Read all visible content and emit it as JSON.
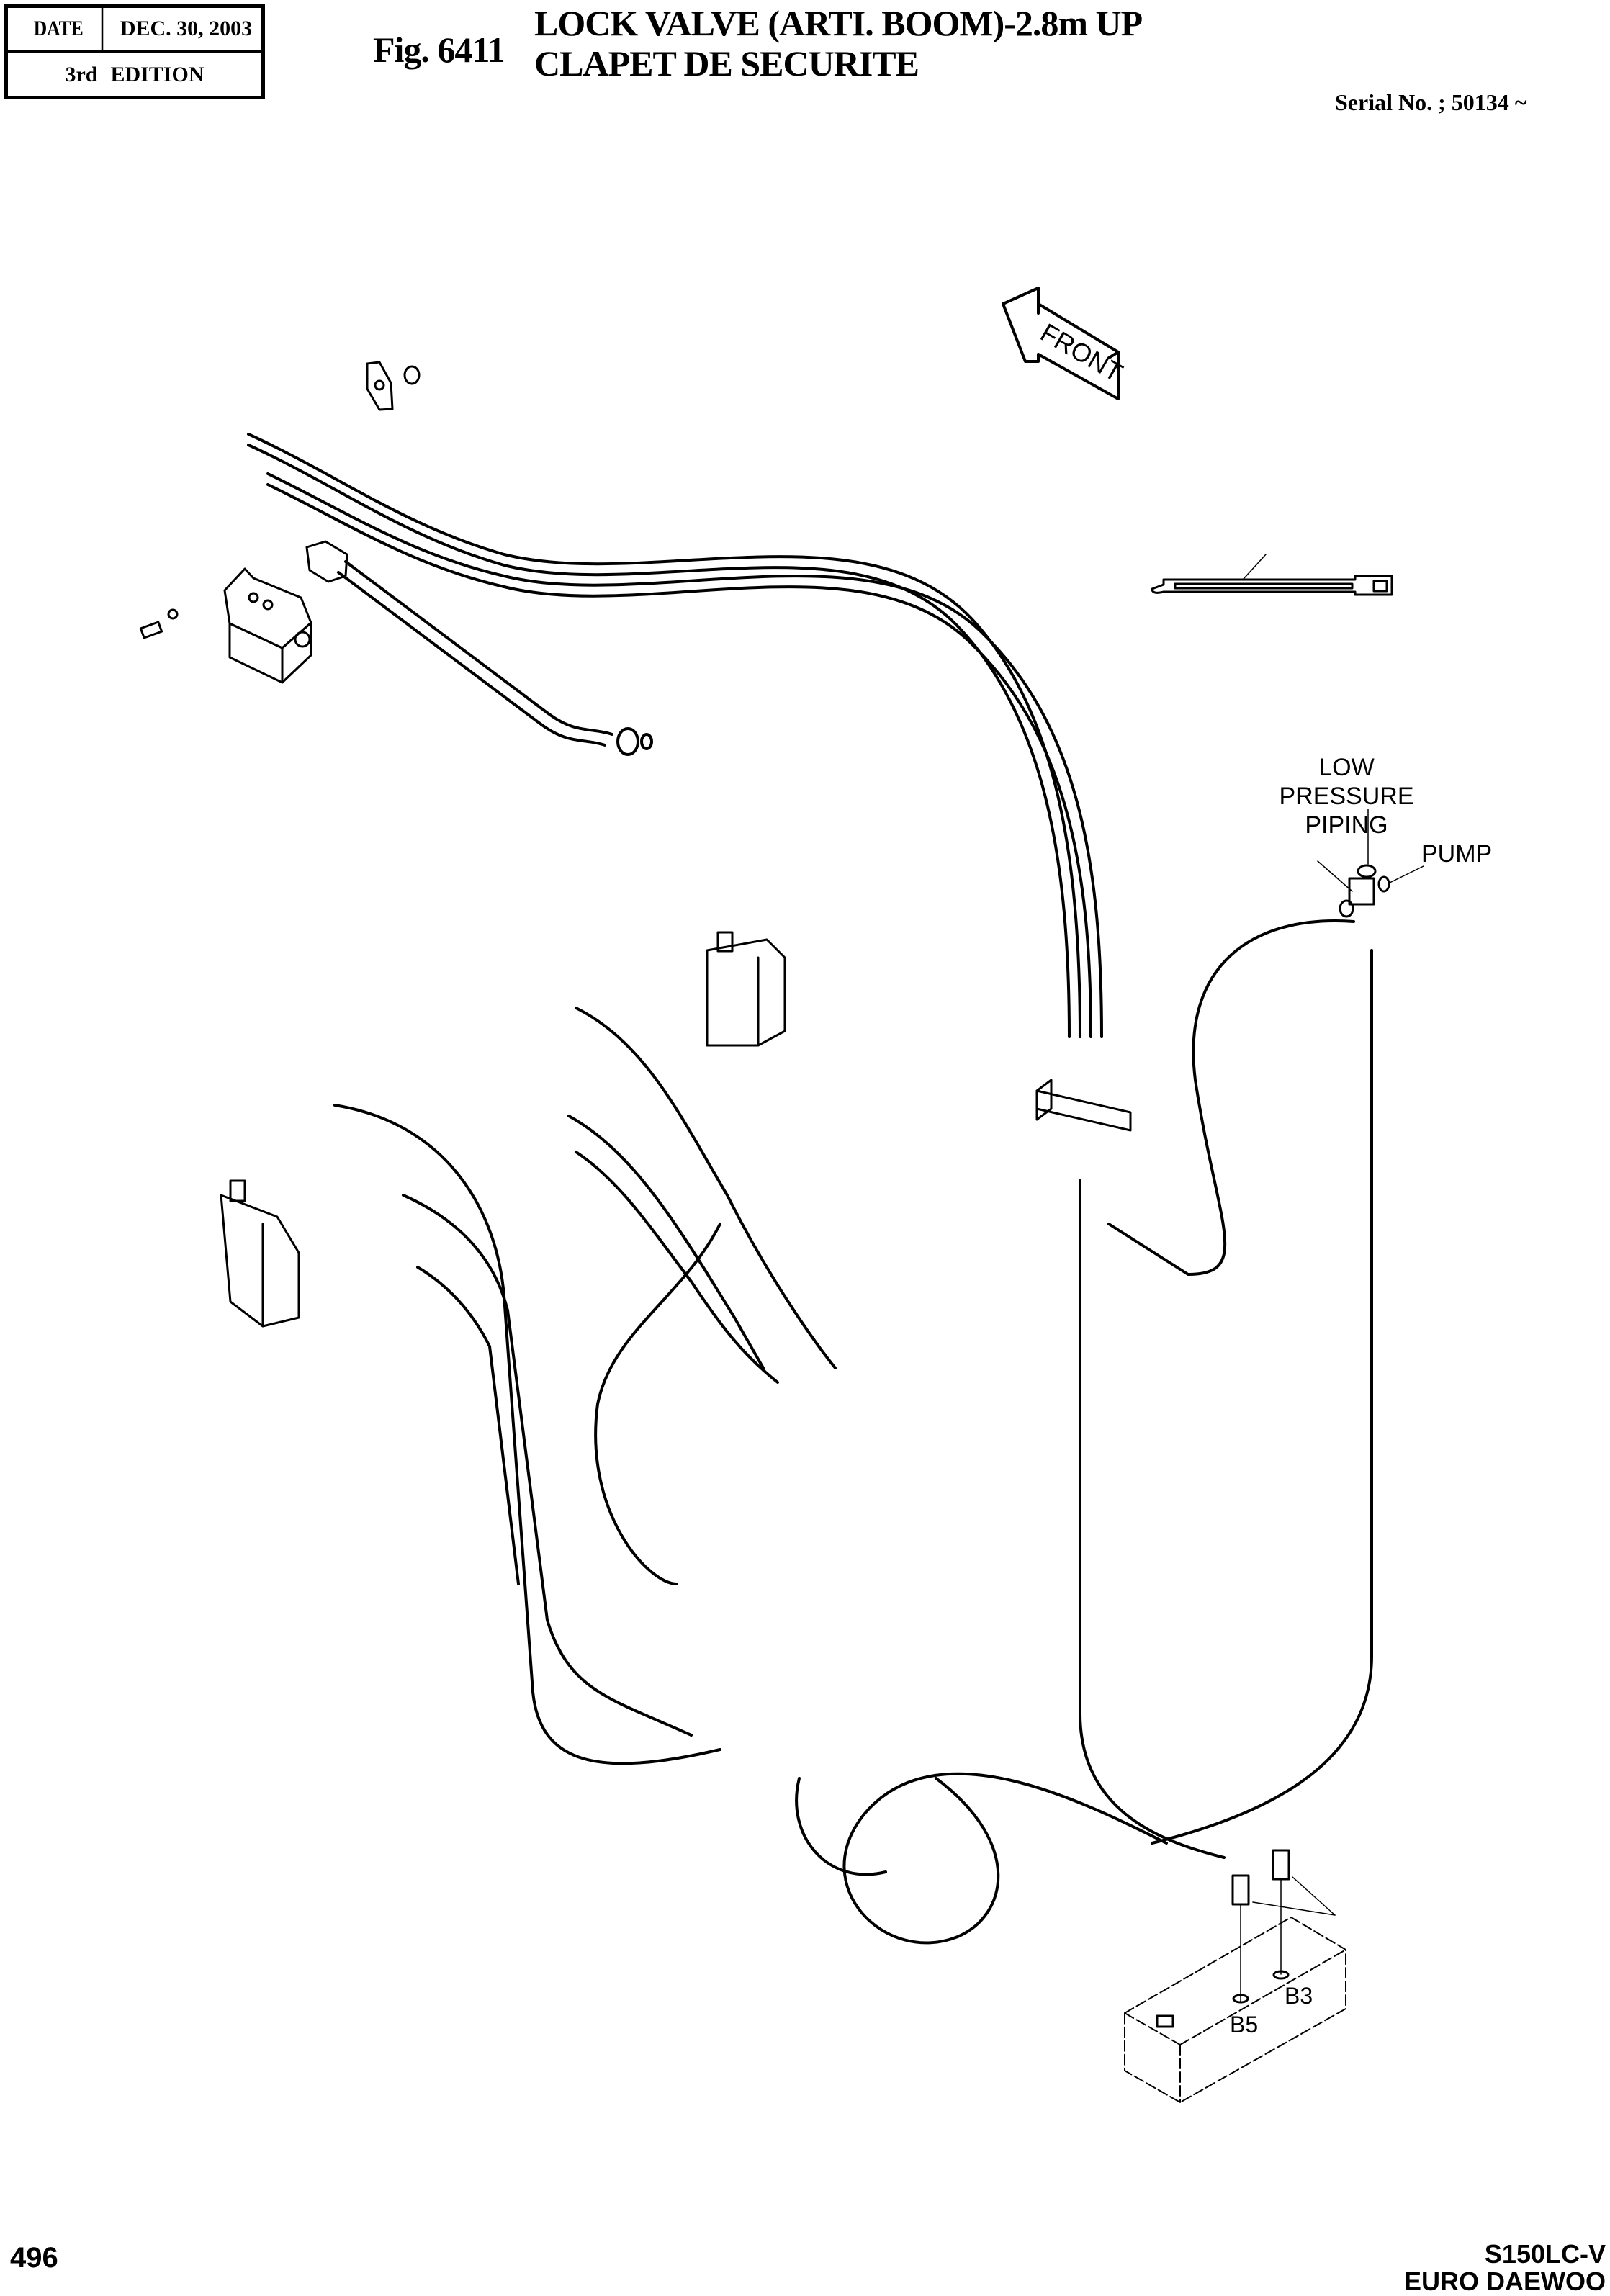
{
  "header": {
    "date_label": "DATE",
    "date_value": "DEC. 30, 2003",
    "edition_ordinal": "3rd",
    "edition_label": "EDITION",
    "figure_number": "Fig. 6411",
    "title_en": "LOCK VALVE (ARTI. BOOM)-2.8m UP",
    "title_fr": "CLAPET DE SECURITE",
    "serial": "Serial No. ; 50134 ~"
  },
  "diagram": {
    "direction_arrow": "FRONT",
    "callouts": {
      "low_pressure_piping": [
        "LOW PRESSURE",
        "PIPING"
      ],
      "pump": "PUMP",
      "port_b3": "B3",
      "port_b5": "B5"
    }
  },
  "footer": {
    "page_number": "496",
    "model": "S150LC-V",
    "brand": "EURO DAEWOO"
  }
}
